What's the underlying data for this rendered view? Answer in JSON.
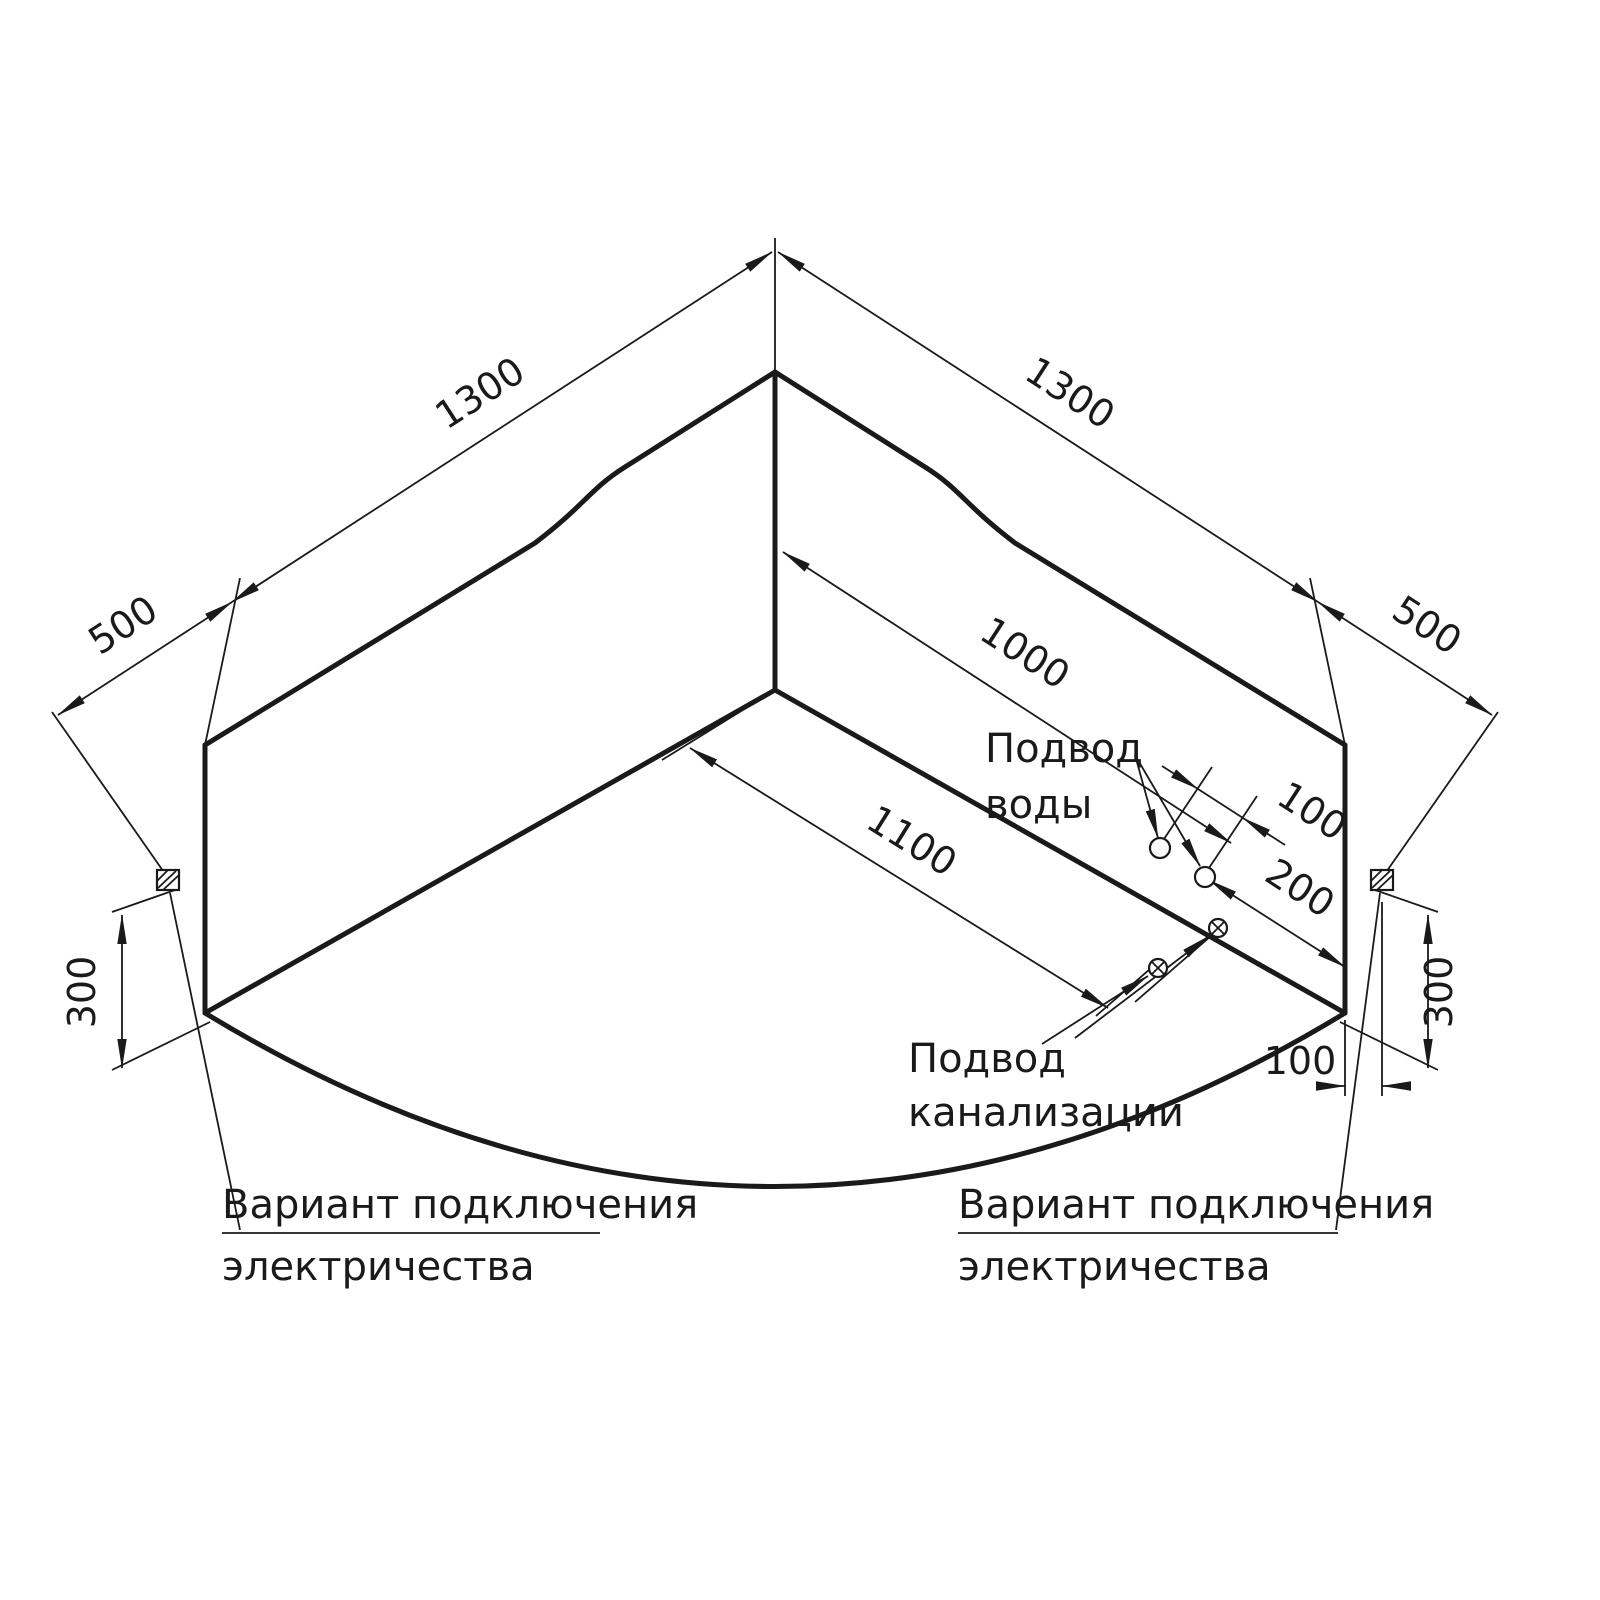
{
  "drawing": {
    "background": "#ffffff",
    "line_color": "#1a1a1a",
    "dims": {
      "left_top": "1300",
      "right_top": "1300",
      "left_offset": "500",
      "right_offset": "500",
      "right_wall_inner": "1000",
      "floor_inner": "1100",
      "water_spacing": "100",
      "water_to_edge": "200",
      "left_height": "300",
      "right_height": "300",
      "edge_to_outlet": "100"
    },
    "annotations": {
      "water_supply": {
        "line1": "Подвод",
        "line2": "воды"
      },
      "sewer": {
        "line1": "Подвод",
        "line2": "канализации"
      },
      "electric_left": {
        "line1": "Вариант подключения",
        "line2": "электричества"
      },
      "electric_right": {
        "line1": "Вариант подключения",
        "line2": "электричества"
      }
    }
  }
}
